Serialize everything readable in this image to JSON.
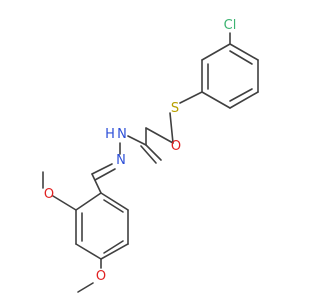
{
  "molecule": {
    "atoms": [
      {
        "id": "cl",
        "element": "Cl",
        "label": "Cl",
        "color": "#3cb371"
      },
      {
        "id": "s",
        "element": "S",
        "label": "S",
        "color": "#b8a000"
      },
      {
        "id": "o_carbonyl",
        "element": "O",
        "label": "O",
        "color": "#e02020"
      },
      {
        "id": "n_amide",
        "element": "N",
        "label": "N",
        "h_label": "H",
        "color": "#2d4fd8"
      },
      {
        "id": "n_imine",
        "element": "N",
        "label": "N",
        "color": "#2d4fd8"
      },
      {
        "id": "o_methoxy_2",
        "element": "O",
        "label": "O",
        "color": "#e02020"
      },
      {
        "id": "o_methoxy_5",
        "element": "O",
        "label": "O",
        "color": "#e02020"
      }
    ],
    "bond_color": "#404040"
  }
}
